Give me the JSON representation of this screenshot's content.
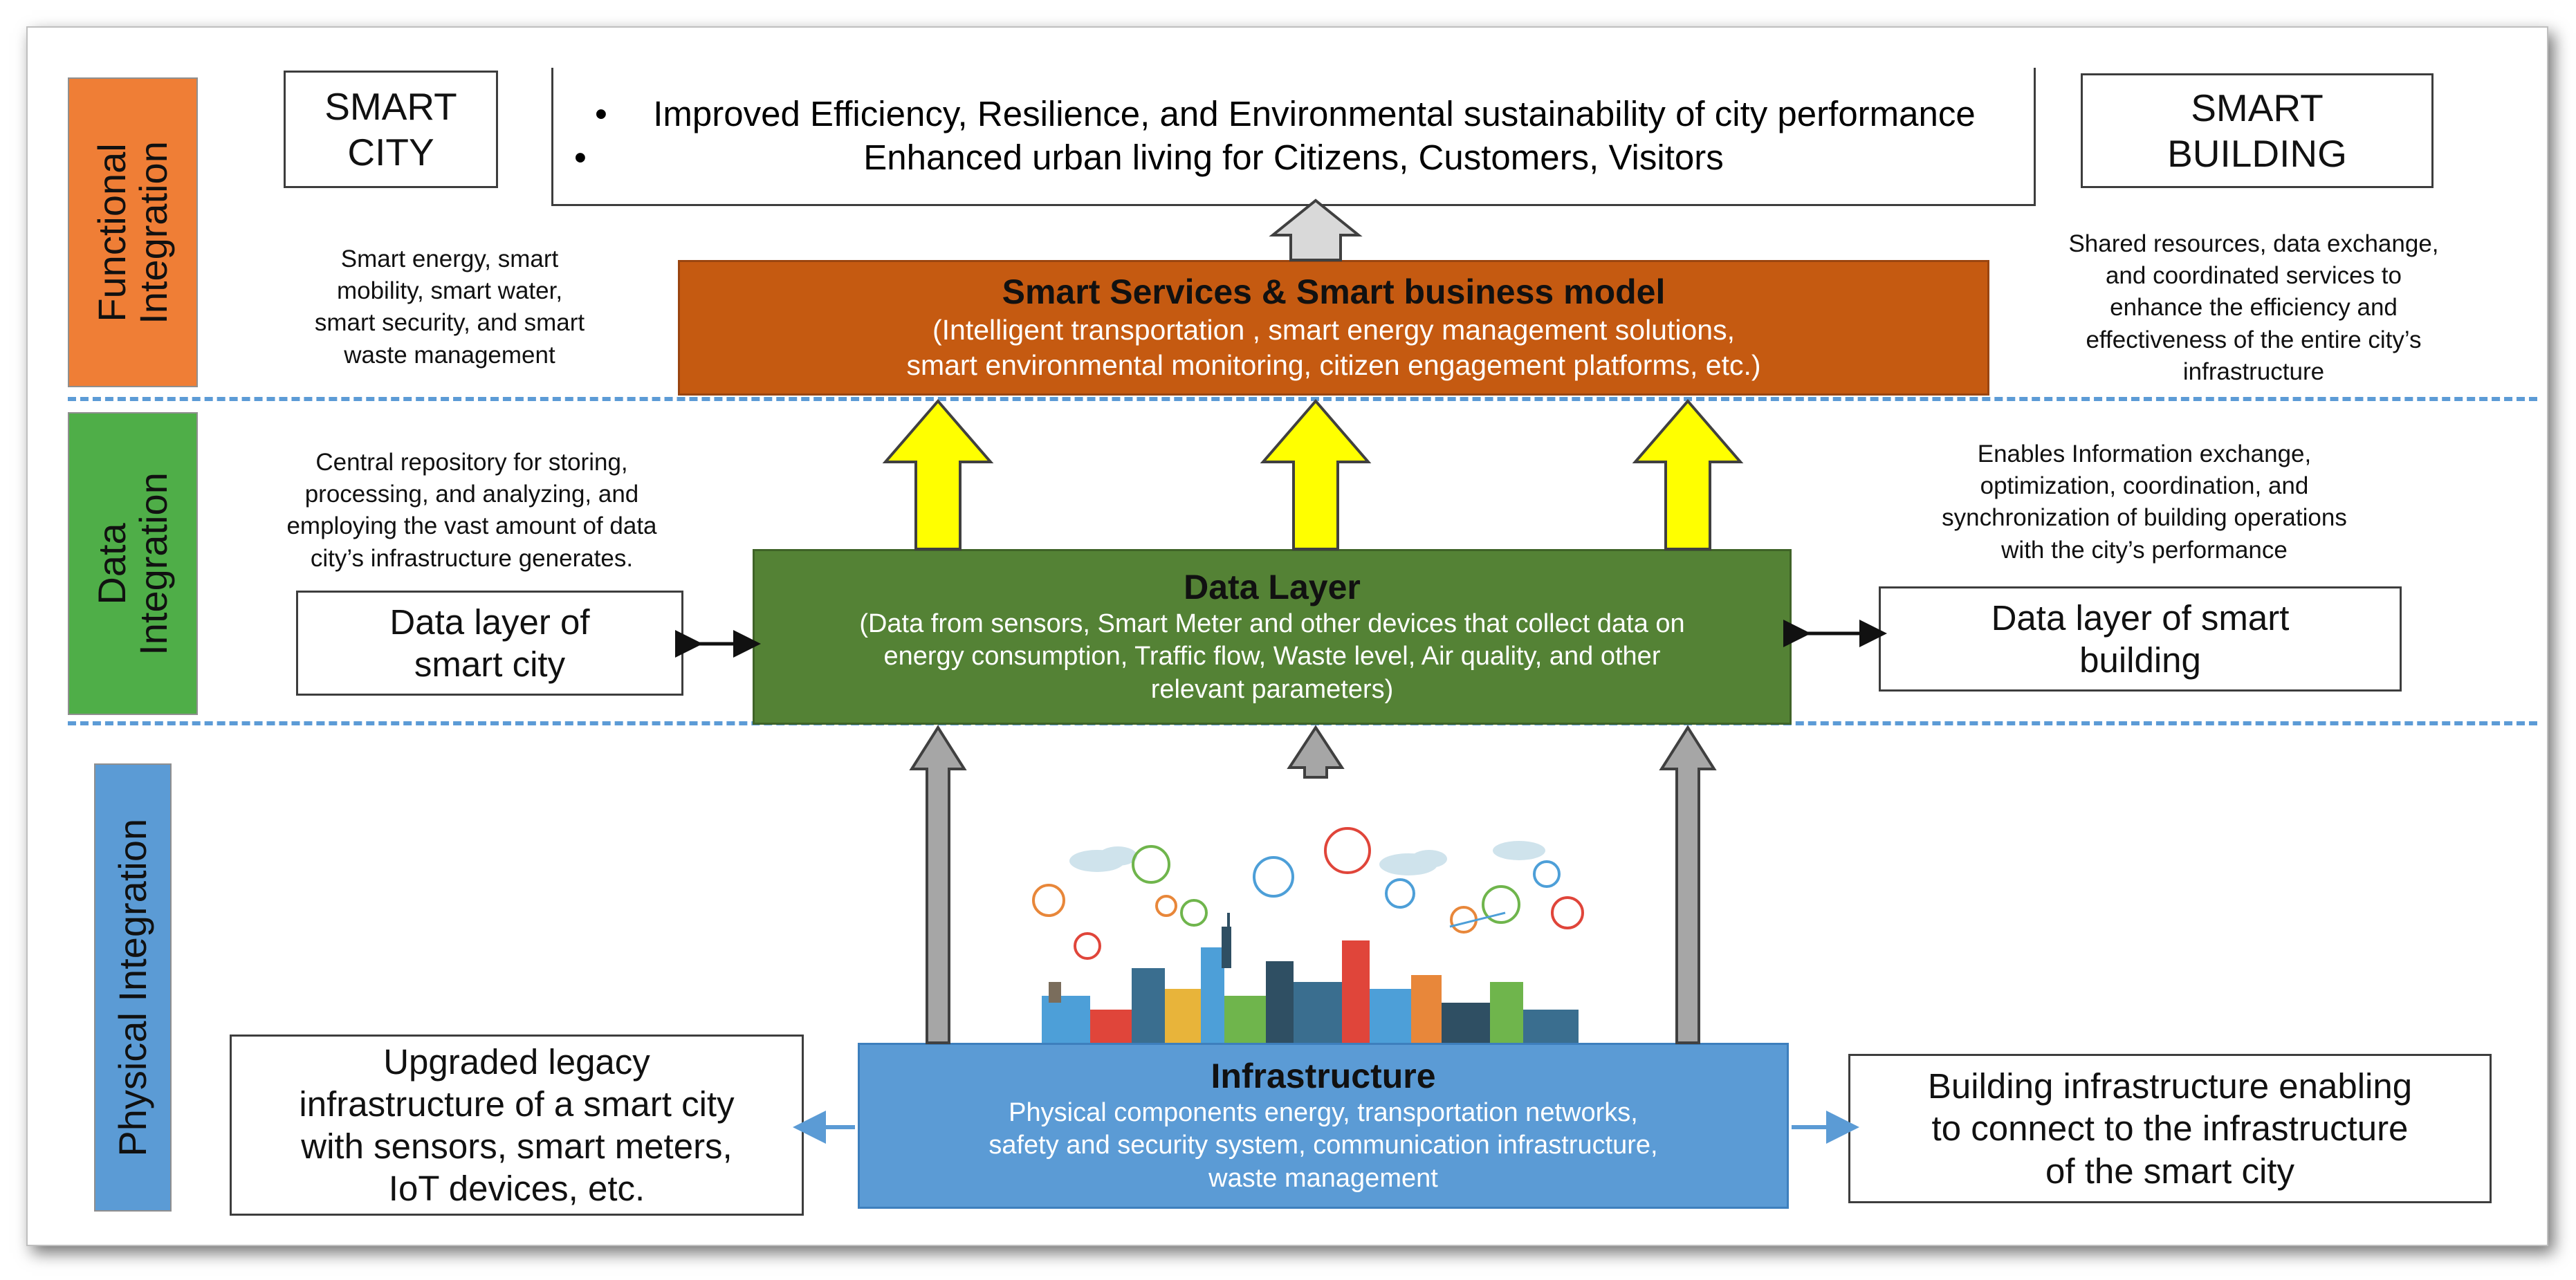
{
  "colors": {
    "functional_tag": "#ef7e36",
    "data_tag": "#4fae48",
    "physical_tag": "#5b9bd5",
    "services_box": "#c55a11",
    "data_layer_box": "#548235",
    "infrastructure_box": "#5b9bd5",
    "dashed_divider": "#5c9bd6",
    "yellow_arrow": "#ffff00",
    "grey_arrow": "#a6a6a6"
  },
  "layers": {
    "functional": "Functional\nIntegration",
    "data": "Data\nIntegration",
    "physical": "Physical Integration"
  },
  "top": {
    "smart_city": "SMART\nCITY",
    "smart_building": "SMART\nBUILDING",
    "outcomes": [
      "Improved Efficiency, Resilience, and Environmental sustainability of city performance",
      "Enhanced urban living for Citizens, Customers, Visitors"
    ]
  },
  "services": {
    "title": "Smart Services & Smart business model",
    "subtitle": "(Intelligent transportation , smart energy management solutions,\nsmart environmental monitoring, citizen engagement platforms, etc.)",
    "left_note": "Smart energy, smart\nmobility, smart water,\nsmart security, and smart\nwaste management",
    "right_note": "Shared resources, data exchange,\nand coordinated services to\nenhance the efficiency and\neffectiveness of the entire city’s\ninfrastructure"
  },
  "data_layer": {
    "title": "Data Layer",
    "subtitle": "(Data from sensors, Smart Meter and other devices that collect data on\nenergy consumption, Traffic flow, Waste level, Air quality, and other\nrelevant parameters)",
    "left_note": "Central repository for storing,\nprocessing, and analyzing, and\nemploying the vast amount of data\ncity’s infrastructure generates.",
    "right_note": "Enables Information exchange,\noptimization, coordination, and\nsynchronization of building operations\nwith the city’s performance",
    "left_box": "Data layer of\nsmart city",
    "right_box": "Data layer of smart\nbuilding"
  },
  "infrastructure": {
    "title": "Infrastructure",
    "subtitle": "Physical components energy, transportation networks,\nsafety and security system, communication infrastructure,\nwaste management",
    "left_box": "Upgraded legacy\ninfrastructure of a smart city\nwith sensors, smart meters,\nIoT devices, etc.",
    "right_box": "Building infrastructure enabling\nto connect to the infrastructure\nof the smart city"
  }
}
